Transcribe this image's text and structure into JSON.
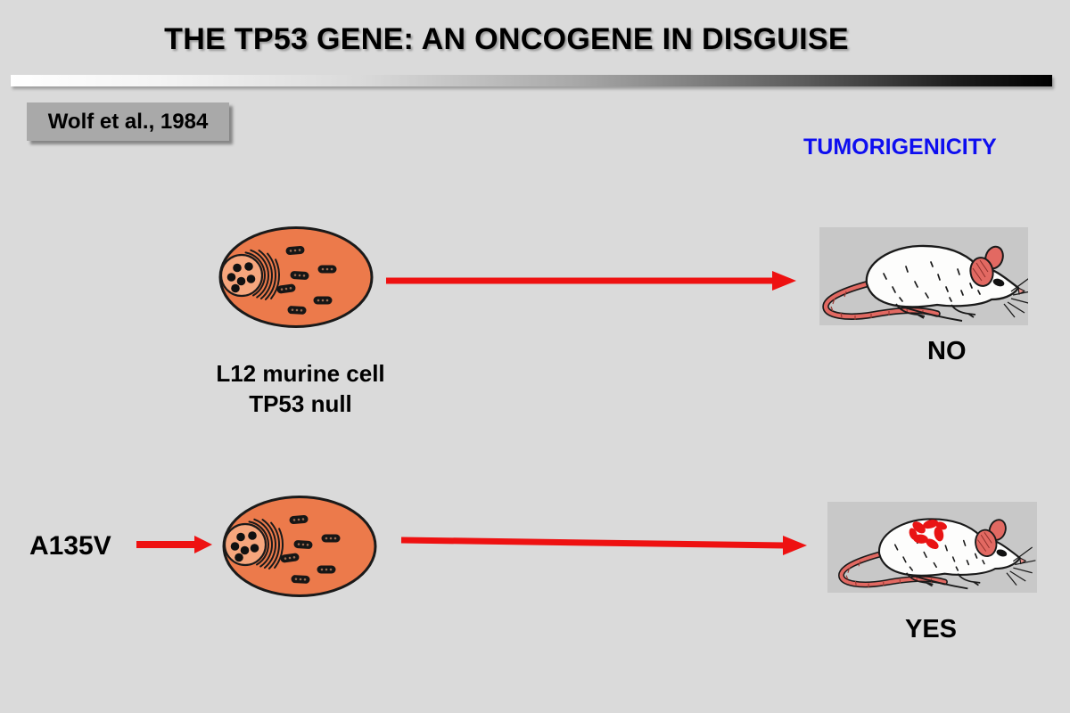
{
  "slide": {
    "title": "THE TP53 GENE: AN ONCOGENE IN DISGUISE",
    "citation": "Wolf et al., 1984",
    "column_header": "TUMORIGENICITY",
    "experiments": [
      {
        "mutation_label": "",
        "cell_icon": "l12-cell",
        "cell_label_line1": "L12 murine cell",
        "cell_label_line2": "TP53 null",
        "mouse_icon": "white-mouse",
        "tumorigenicity": "NO"
      },
      {
        "mutation_label": "A135V",
        "cell_icon": "l12-cell",
        "mouse_icon": "white-mouse-with-tumors",
        "tumorigenicity": "YES"
      }
    ],
    "colors": {
      "background": "#DADADA",
      "header_blue": "#0E0EF0",
      "arrow_red": "#EE1111",
      "cell_cytoplasm": "#EC7A4B",
      "cell_nucleus": "#F6A67D",
      "citation_box_bg": "#A9A9A9",
      "mouse_panel_bg": "#C8C8C8",
      "tumor_red": "#E91414"
    }
  }
}
